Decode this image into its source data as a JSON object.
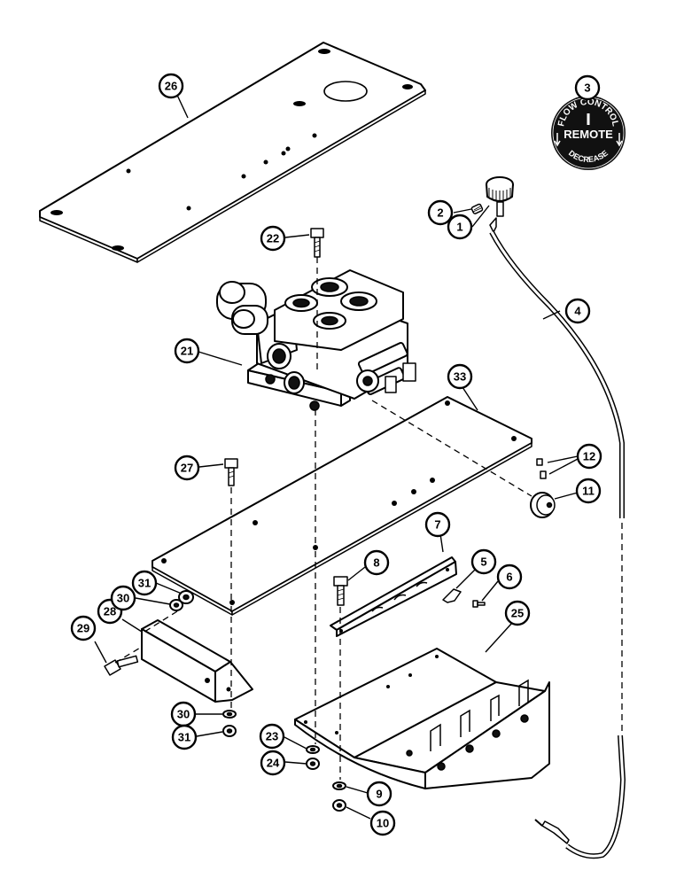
{
  "callouts": [
    {
      "id": "c1",
      "label": "1"
    },
    {
      "id": "c2",
      "label": "2"
    },
    {
      "id": "c3",
      "label": "3"
    },
    {
      "id": "c4",
      "label": "4"
    },
    {
      "id": "c5",
      "label": "5"
    },
    {
      "id": "c6",
      "label": "6"
    },
    {
      "id": "c7",
      "label": "7"
    },
    {
      "id": "c8",
      "label": "8"
    },
    {
      "id": "c9",
      "label": "9"
    },
    {
      "id": "c10",
      "label": "10"
    },
    {
      "id": "c11",
      "label": "11"
    },
    {
      "id": "c12",
      "label": "12"
    },
    {
      "id": "c21",
      "label": "21"
    },
    {
      "id": "c22",
      "label": "22"
    },
    {
      "id": "c23",
      "label": "23"
    },
    {
      "id": "c24",
      "label": "24"
    },
    {
      "id": "c25",
      "label": "25"
    },
    {
      "id": "c26",
      "label": "26"
    },
    {
      "id": "c27",
      "label": "27"
    },
    {
      "id": "c28",
      "label": "28"
    },
    {
      "id": "c29",
      "label": "29"
    },
    {
      "id": "c30a",
      "label": "30"
    },
    {
      "id": "c30b",
      "label": "30"
    },
    {
      "id": "c31a",
      "label": "31"
    },
    {
      "id": "c31b",
      "label": "31"
    },
    {
      "id": "c33",
      "label": "33"
    }
  ],
  "emblem": {
    "top_text": "FLOW CONTROL",
    "center_text": "REMOTE",
    "bottom_text": "DECREASE",
    "background_color": "#111111",
    "text_color": "#ffffff"
  },
  "icons": [
    "flow-control-emblem-icon"
  ]
}
